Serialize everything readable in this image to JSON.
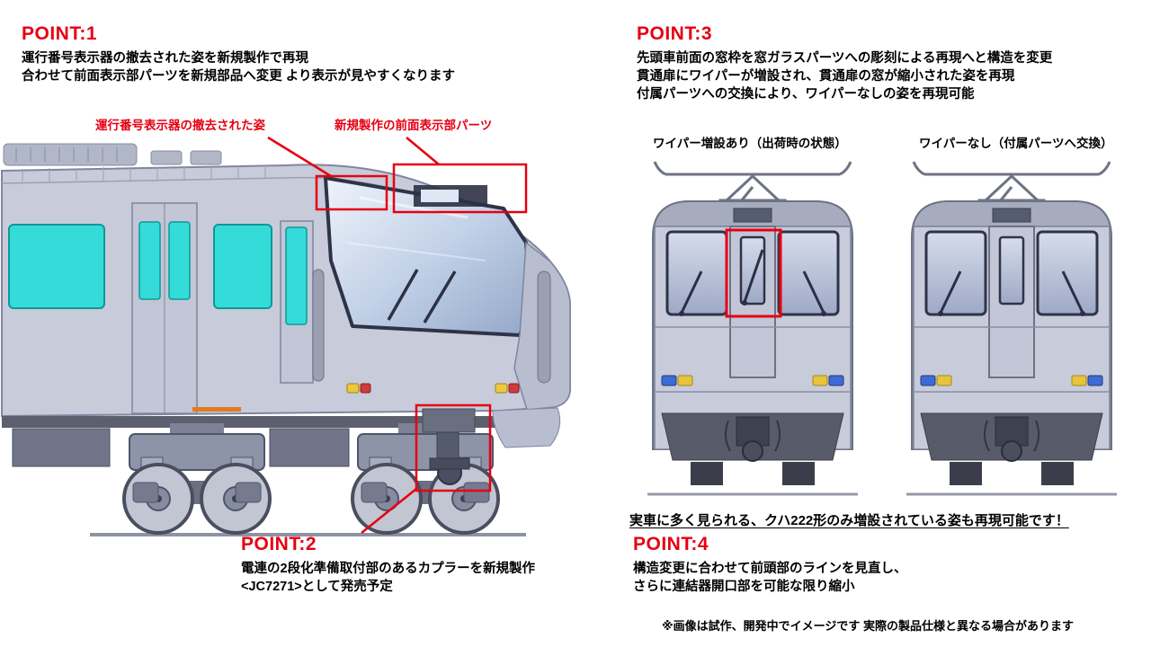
{
  "colors": {
    "accent_red": "#e60012",
    "window_cyan": "#35dbd8",
    "body_gray": "#c7cbda"
  },
  "point1": {
    "heading": "POINT:1",
    "line1": "運行番号表示器の撤去された姿を新規製作で再現",
    "line2": "合わせて前面表示部パーツを新規部品へ変更 より表示が見やすくなります",
    "callout_removed": "運行番号表示器の撤去された姿",
    "callout_new_parts": "新規製作の前面表示部パーツ"
  },
  "point2": {
    "heading": "POINT:2",
    "line1": "電連の2段化準備取付部のあるカプラーを新規製作",
    "line2": "<JC7271>として発売予定"
  },
  "point3": {
    "heading": "POINT:3",
    "line1": "先頭車前面の窓枠を窓ガラスパーツへの彫刻による再現へと構造を変更",
    "line2": "貫通扉にワイパーが増設され、貫通扉の窓が縮小された姿を再現",
    "line3": "付属パーツへの交換により、ワイパーなしの姿を再現可能",
    "label_with_wiper": "ワイパー増設あり（出荷時の状態）",
    "label_without_wiper": "ワイパーなし（付属パーツへ交換）"
  },
  "highlight_note": "実車に多く見られる、クハ222形のみ増設されている姿も再現可能です！",
  "point4": {
    "heading": "POINT:4",
    "line1": "構造変更に合わせて前頭部のラインを見直し、",
    "line2": "さらに連結器開口部を可能な限り縮小"
  },
  "footer_note": "※画像は試作、開発中でイメージです 実際の製品仕様と異なる場合があります"
}
